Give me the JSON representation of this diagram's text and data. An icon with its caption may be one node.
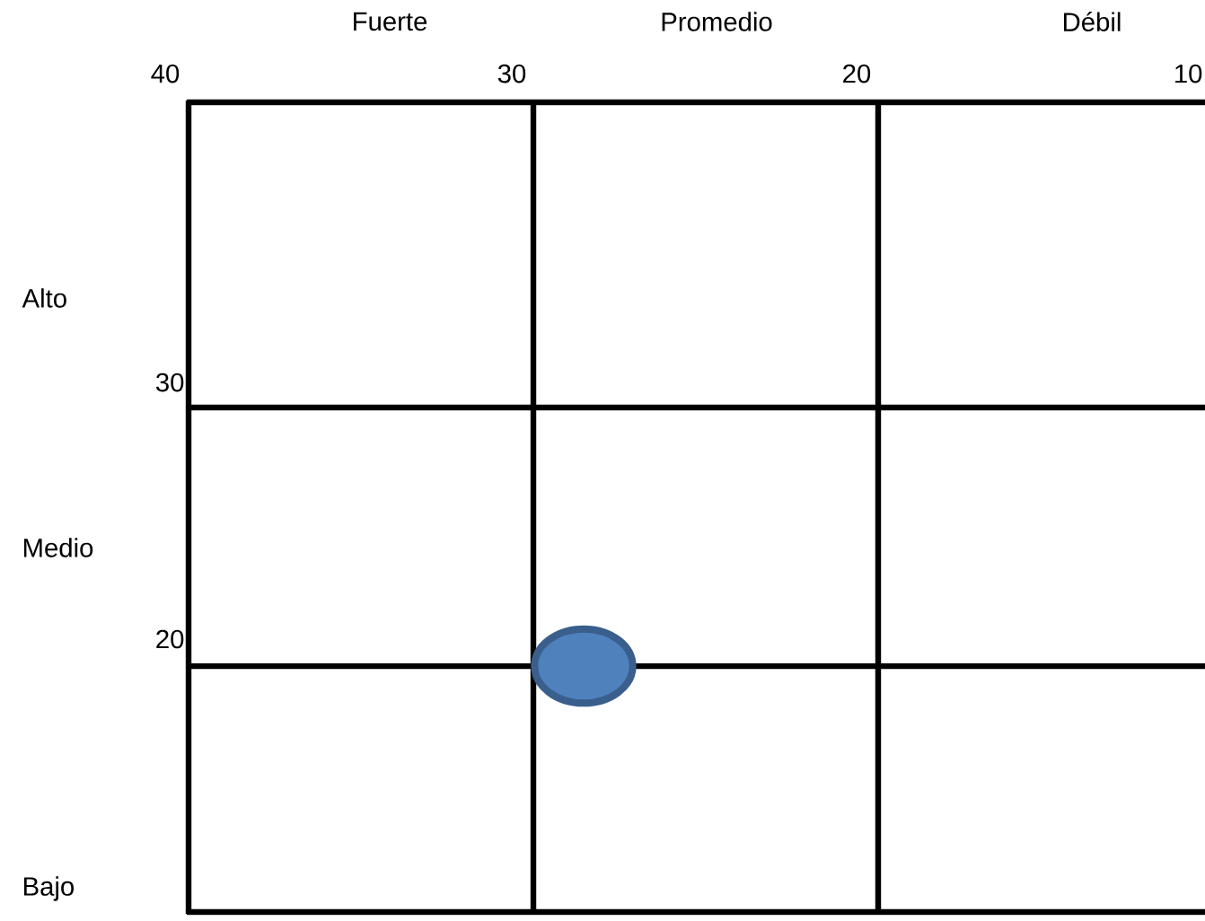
{
  "diagram": {
    "labels": [
      "Fuerte",
      "Promedio",
      "Débil",
      "40",
      "30",
      "20",
      "10",
      "Alto",
      "30",
      "Medio",
      "20",
      "Bajo"
    ]
  }
}
